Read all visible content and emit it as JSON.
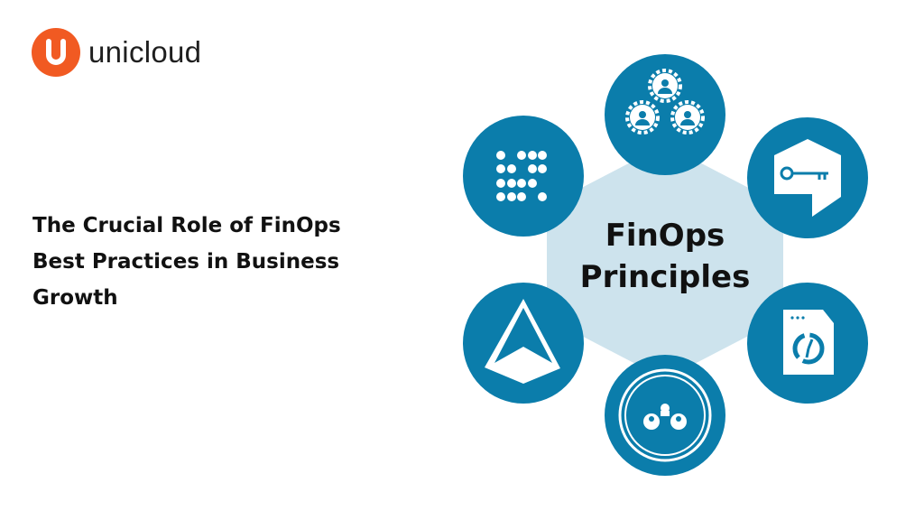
{
  "brand": {
    "name": "unicloud",
    "logo_letter": "U",
    "color": "#f15a22"
  },
  "headline": {
    "lines": [
      "The Crucial Role of FinOps",
      "Best Practices in Business",
      "Growth"
    ]
  },
  "diagram": {
    "center_lines": [
      "FinOps",
      "Principles"
    ],
    "circle_color": "#0b7dab",
    "hex_color": "#cde3ed",
    "icons": [
      "gears-people-icon",
      "key-tag-icon",
      "document-clock-icon",
      "team-hierarchy-icon",
      "arrow-up-icon",
      "dot-grid-icon"
    ]
  }
}
